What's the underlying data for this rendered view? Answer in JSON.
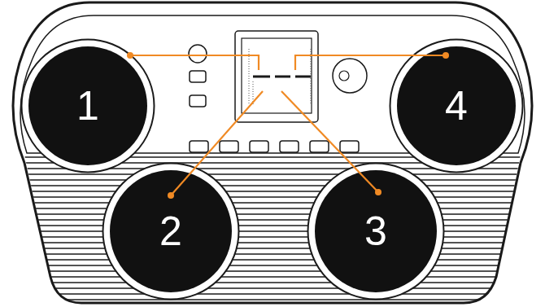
{
  "diagram": {
    "nodes": [
      {
        "text": [
          "1"
        ]
      },
      {
        "text": [
          "4"
        ]
      },
      {
        "text": [
          "2"
        ]
      },
      {
        "text": [
          "3"
        ]
      }
    ]
  }
}
